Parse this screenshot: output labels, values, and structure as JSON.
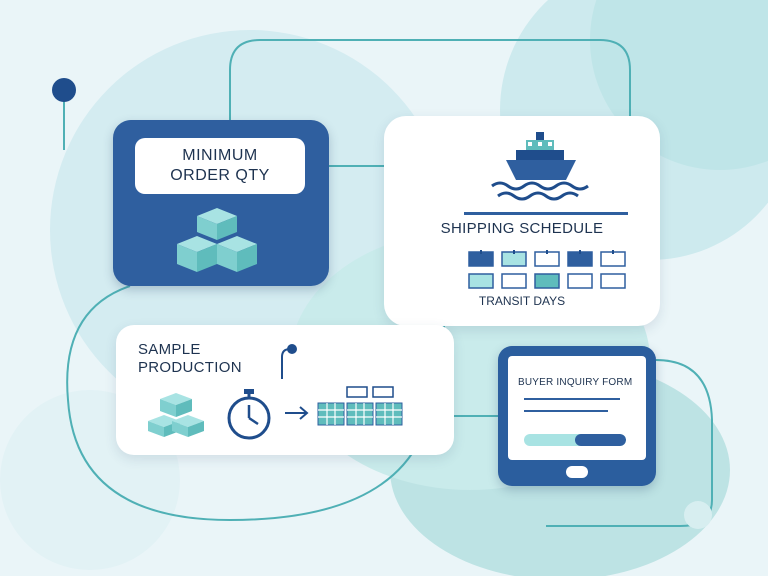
{
  "minimum_order": {
    "label": "MINIMUM\nORDER QTY",
    "icon": "stacked-boxes-icon"
  },
  "shipping": {
    "title": "SHIPPING SCHEDULE",
    "transit_label": "TRANSIT DAYS",
    "icon": "cargo-ship-icon"
  },
  "sample_production": {
    "label": "SAMPLE\nPRODUCTION",
    "icons": [
      "boxes-icon",
      "stopwatch-icon",
      "arrow-right-icon",
      "calendar-icon"
    ]
  },
  "buyer_inquiry": {
    "title": "BUYER INQUIRY FORM",
    "progress": 0.5
  },
  "colors": {
    "navy": "#2f5f9f",
    "dark_navy": "#1f4d8c",
    "teal": "#7fcfcf",
    "light_teal": "#b7e5e6",
    "background": "#eaf5f8"
  }
}
